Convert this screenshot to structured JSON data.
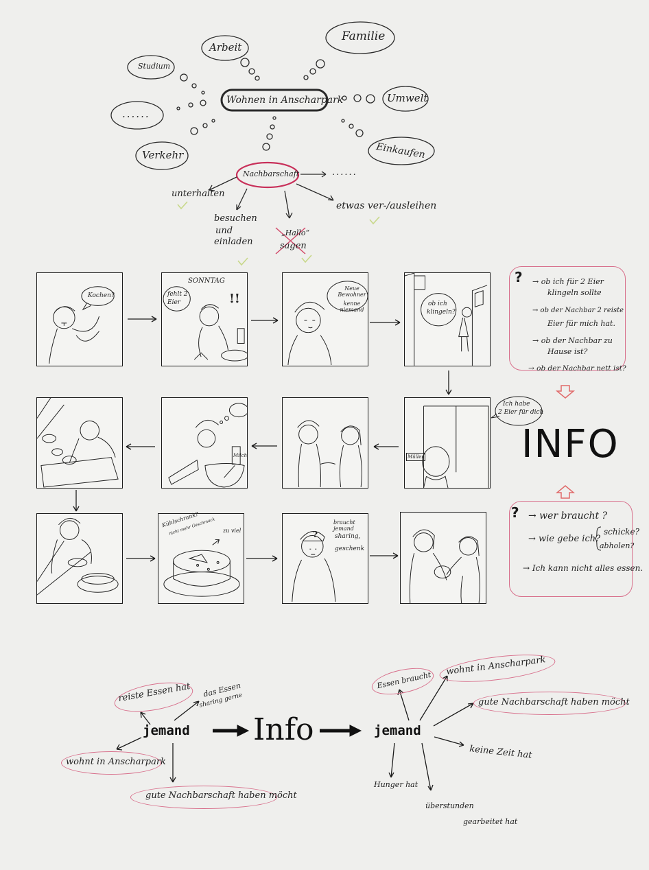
{
  "mindmap": {
    "center": "Wohnen in Anscharpark",
    "topics": {
      "studium": "Studium",
      "arbeit": "Arbeit",
      "familie": "Familie",
      "dots_left": "......",
      "umwelt": "Umwelt",
      "verkehr": "Verkehr",
      "einkaufen": "Einkaufen"
    },
    "sub_center": "Nachbarschaft",
    "sub_dots": "......",
    "branches": {
      "unterhalten": "unterhalten",
      "besuchen": [
        "besuchen",
        "und",
        "einladen"
      ],
      "hallo": [
        "„Hallo“",
        "sagen"
      ],
      "ausleihen": "etwas ver-/ausleihen"
    }
  },
  "storyboard": {
    "row1": {
      "p1_bubble": "Kochen?",
      "p2_title": "SONNTAG",
      "p2_text": [
        "fehlt 2",
        "Eier"
      ],
      "p2_exclaim": "!!",
      "p3_bubble": [
        "Neue Bewohner",
        "kenne niemand"
      ],
      "p4_bubble": [
        "ob ich",
        "klingeln?"
      ]
    },
    "row2": {
      "p8_bubble": [
        "Ich habe",
        "2 Eier für dich"
      ],
      "p8_sign": "Müller",
      "p6_label": "Milch"
    },
    "row3": {
      "p10_labels": [
        "Kühlschrank?",
        "nicht mehr Geschmack",
        "zu viel"
      ],
      "p11_text": [
        "braucht jemand",
        "sharing,",
        "geschenk"
      ]
    }
  },
  "question_box_1": {
    "mark": "?",
    "lines": [
      "→ ob ich für 2 Eier",
      "klingeln sollte",
      "→ ob der Nachbar 2 reiste",
      "Eier für mich hat.",
      "→ ob der Nachbar zu",
      "Hause ist?",
      "→ ob der Nachbar nett ist?"
    ]
  },
  "info_big": "INFO",
  "question_box_2": {
    "mark": "?",
    "lines": [
      "→ wer braucht ?",
      "→ wie gebe ich?",
      "schicke?",
      "abholen?",
      "→ Ich kann nicht alles essen."
    ]
  },
  "flow": {
    "left_jemand": "jemand",
    "info_mid": "Info",
    "right_jemand": "jemand",
    "left_attrs": {
      "reiste_essen": "reiste Essen hat",
      "das_essen": [
        "das Essen",
        "sharing gerne"
      ],
      "wohnt": "wohnt in Anscharpark",
      "gute_nachbarschaft": "gute Nachbarschaft haben möcht"
    },
    "right_attrs": {
      "essen_braucht": "Essen braucht",
      "wohnt": "wohnt in Anscharpark",
      "gute_nachbarschaft": "gute Nachbarschaft haben möcht",
      "keine_zeit": "keine Zeit hat",
      "hunger": "Hunger hat",
      "ueberstunden": [
        "überstunden",
        "gearbeitet hat"
      ]
    }
  },
  "colors": {
    "paper": "#efefed",
    "ink": "#1a1a1a",
    "accent_pink": "#d8708c",
    "check_green": "#c8d88a",
    "red_arrow": "#e06a6a"
  }
}
